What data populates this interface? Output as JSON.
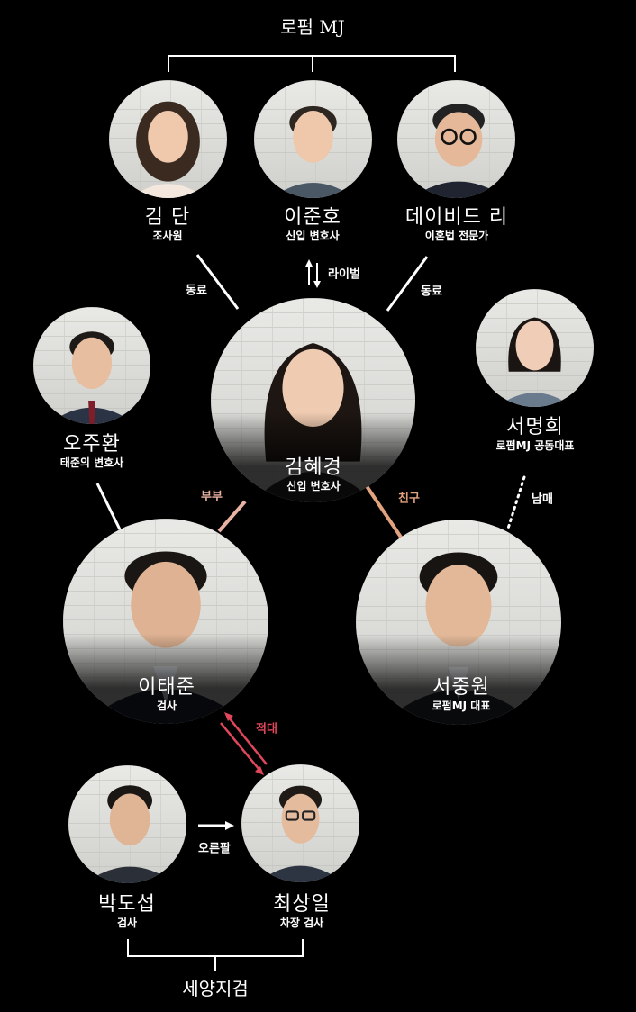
{
  "groups": {
    "top": "로펌 MJ",
    "bottom": "세양지검"
  },
  "people": {
    "kimdan": {
      "name": "김 단",
      "role": "조사원"
    },
    "leejh": {
      "name": "이준호",
      "role": "신입 변호사"
    },
    "david": {
      "name": "데이비드 리",
      "role": "이혼법 전문가"
    },
    "kimhk": {
      "name": "김혜경",
      "role": "신입 변호사"
    },
    "ohjh": {
      "name": "오주환",
      "role": "태준의 변호사"
    },
    "seomh": {
      "name": "서명희",
      "role": "로펌MJ 공동대표"
    },
    "leetj": {
      "name": "이태준",
      "role": "검사"
    },
    "seojw": {
      "name": "서중원",
      "role": "로펌MJ 대표"
    },
    "parkds": {
      "name": "박도섭",
      "role": "검사"
    },
    "choisi": {
      "name": "최상일",
      "role": "차장 검사"
    }
  },
  "relations": {
    "colleague_left": "동료",
    "rival": "라이벌",
    "colleague_right": "동료",
    "spouse": "부부",
    "friend": "친구",
    "siblings": "남매",
    "enemy": "적대",
    "right_hand": "오른팔"
  },
  "colors": {
    "background": "#000000",
    "line": "#ffffff",
    "spouse": "#e9b3a3",
    "friend": "#e3a27f",
    "enemy": "#e0475a"
  }
}
